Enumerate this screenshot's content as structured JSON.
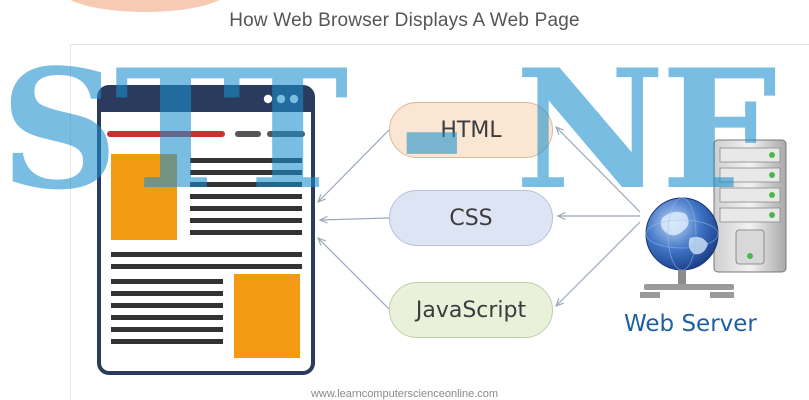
{
  "title": "How Web Browser Displays A Web Page",
  "nodes": {
    "html": "HTML",
    "css": "CSS",
    "javascript": "JavaScript"
  },
  "server_label": "Web Server",
  "footer": "www.learncomputerscienceonline.com",
  "watermark": "STT - NF",
  "colors": {
    "browser_bar": "#2b3b5d",
    "accent_red": "#c8312e",
    "image_block": "#f39a12",
    "server_text": "#1f5fa3",
    "watermark": "#1a8fcf"
  }
}
